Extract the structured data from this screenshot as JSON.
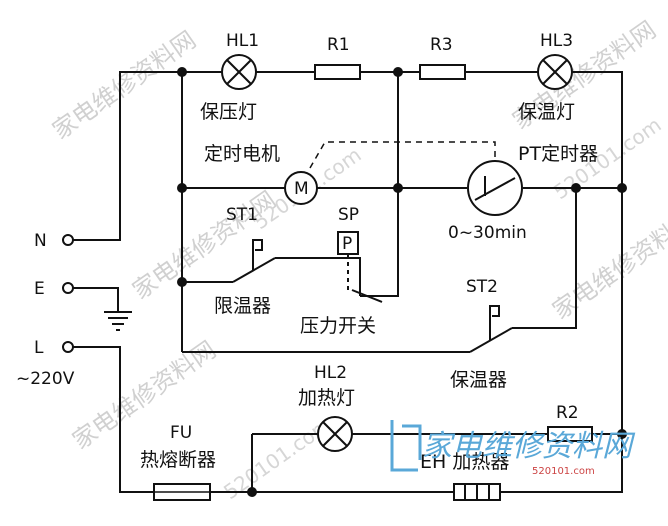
{
  "labels": {
    "hl1": "HL1",
    "baoya_deng": "保压灯",
    "r1": "R1",
    "r3": "R3",
    "hl3": "HL3",
    "baowen_deng": "保温灯",
    "dingshi_dianji": "定时电机",
    "motor_m": "M",
    "pt_timer": "PT定时器",
    "st1": "ST1",
    "sp": "SP",
    "p": "P",
    "time_range": "0~30min",
    "xianwenqi": "限温器",
    "yali_kaiguan": "压力开关",
    "st2": "ST2",
    "baowenqi": "保温器",
    "n": "N",
    "e": "E",
    "l": "L",
    "voltage": "~220V",
    "hl2": "HL2",
    "jiare_deng": "加热灯",
    "r2": "R2",
    "fu": "FU",
    "rerong_duanqi": "热熔断器",
    "eh_heater": "EH 加热器"
  },
  "watermark": {
    "text": "家电维修资料网",
    "url": "520101.com"
  },
  "logo": {
    "text": "家电维修资料网",
    "url": "520101.com"
  }
}
